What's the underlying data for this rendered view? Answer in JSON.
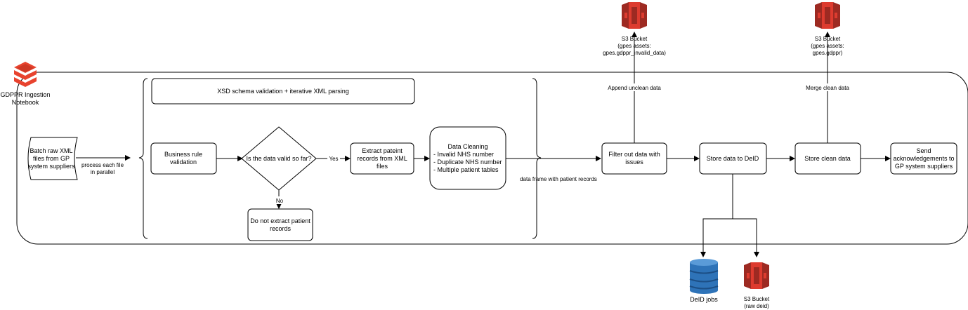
{
  "notebook": {
    "label_line1": "GDPPR Ingestion",
    "label_line2": "Notebook",
    "icon": "databricks-icon"
  },
  "batch": {
    "line1": "Batch raw XML",
    "line2": "files from GP",
    "line3": "system suppliers"
  },
  "parallel": {
    "line1": "process each file",
    "line2": "in parallel"
  },
  "xsd_label": "XSD schema validation + iterative XML parsing",
  "business_rule": {
    "line1": "Business rule",
    "line2": "validation"
  },
  "decision": "Is the data valid so far?",
  "yes_label": "Yes",
  "no_label": "No",
  "no_extract": {
    "line1": "Do not extract patient",
    "line2": "records"
  },
  "extract": {
    "line1": "Extract pateint",
    "line2": "records from XML",
    "line3": "files"
  },
  "cleaning": {
    "title": "Data Cleaning",
    "item1": "- Invalid NHS number",
    "item2": "- Duplicate NHS number",
    "item3": "- Multiple patient tables"
  },
  "dataframe_label": "data frame with patient records",
  "filter": {
    "line1": "Filter out data with",
    "line2": "issues"
  },
  "append_label": "Append unclean data",
  "s3_invalid": {
    "line1": "S3 Bucket",
    "line2": "(gpes assets:",
    "line3": "gpes.gdppr_invalid_data)",
    "icon": "s3-bucket-icon"
  },
  "store_deid": "Store data to DeID",
  "store_clean": "Store clean data",
  "merge_label": "Merge clean data",
  "s3_clean": {
    "line1": "S3 Bucket",
    "line2": "(gpes assets:",
    "line3": "gpes.gdppr)",
    "icon": "s3-bucket-icon"
  },
  "send_ack": {
    "line1": "Send",
    "line2": "acknowledgements to",
    "line3": "GP system suppliers"
  },
  "deid_jobs": {
    "label": "DeID jobs",
    "icon": "dynamodb-icon"
  },
  "s3_raw": {
    "line1": "S3 Bucket",
    "line2": "(raw deid)",
    "icon": "s3-bucket-icon"
  },
  "colors": {
    "s3": "#dd3b2f",
    "s3_dark": "#9d2a22",
    "dynamo": "#2e73b8",
    "dynamo_dark": "#1c4f86",
    "databricks": "#e8432e"
  }
}
